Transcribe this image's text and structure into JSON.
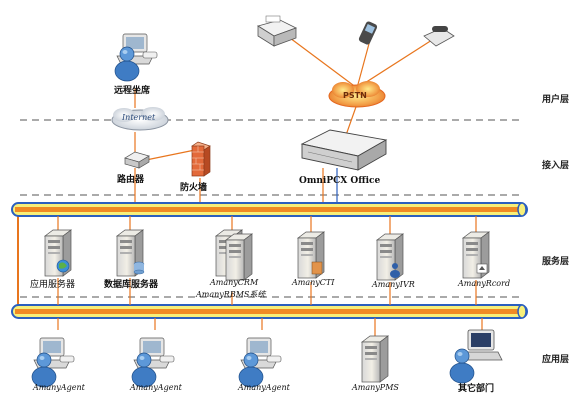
{
  "tiers": {
    "user": "用户层",
    "access": "接入层",
    "service": "服务层",
    "application": "应用层"
  },
  "top": {
    "remote_seat": "远程坐席",
    "internet": "Internet",
    "pstn": "PSTN",
    "router": "路由器",
    "firewall": "防火墙",
    "pbx": "OmniPCX Office"
  },
  "servers": [
    {
      "name": "app-server",
      "label": "应用服务器"
    },
    {
      "name": "db-server",
      "label": "数据库服务器"
    },
    {
      "name": "crm-server",
      "label": "AmanyCRM",
      "label2": "AmanyRBMS系统"
    },
    {
      "name": "cti-server",
      "label": "AmanyCTI"
    },
    {
      "name": "ivr-server",
      "label": "AmanyIVR"
    },
    {
      "name": "record-server",
      "label": "AmanyRcord"
    }
  ],
  "clients": [
    {
      "name": "agent-1",
      "label": "AmanyAgent"
    },
    {
      "name": "agent-2",
      "label": "AmanyAgent"
    },
    {
      "name": "agent-3",
      "label": "AmanyAgent"
    },
    {
      "name": "pms",
      "label": "AmanyPMS"
    },
    {
      "name": "other-dept",
      "label": "其它部门"
    }
  ],
  "colors": {
    "bus_outer": "#2b5fbf",
    "bus_fill": "#f7ef7a",
    "bus_stripe": "#f08a24",
    "drop_line": "#e8761e",
    "dashed": "#555555",
    "person": "#3f7cc4"
  }
}
